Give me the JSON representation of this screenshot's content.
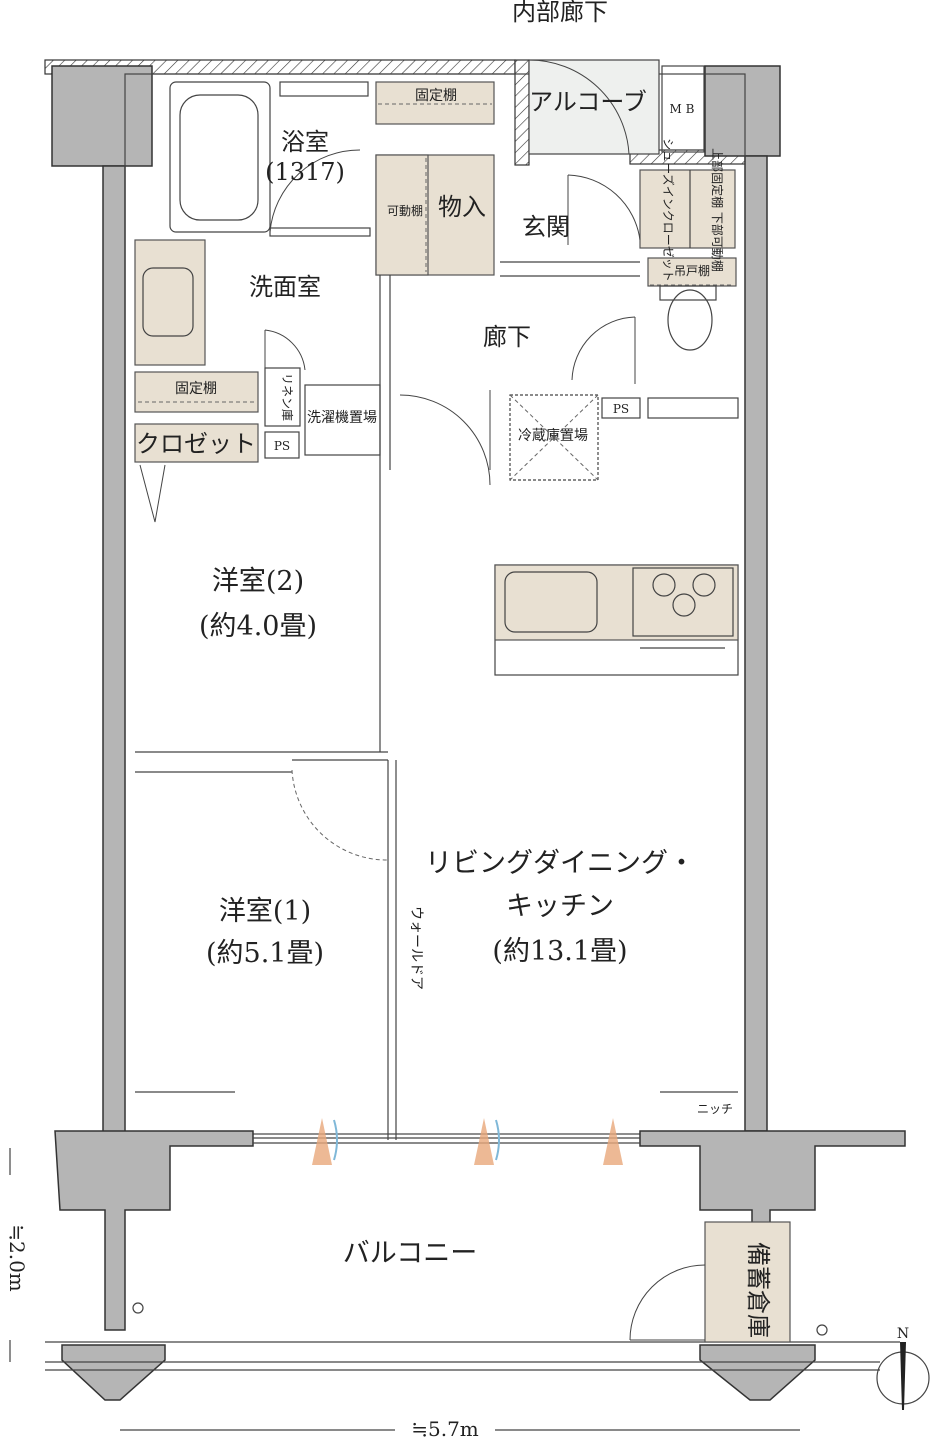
{
  "rooms": {
    "corridor_outside": "内部廊下",
    "alcove": "アルコーブ",
    "mb": "M B",
    "bath": "浴室",
    "bath_size": "(1317)",
    "fixed_shelf_top": "固定棚",
    "storage": "物入",
    "movable_shelf": "可動棚",
    "entrance": "玄関",
    "shoe_closet": "シューズインクローゼット",
    "shoe_shelf": "上部固定棚 下部可動棚",
    "washroom": "洗面室",
    "hanging_shelf": "吊戸棚",
    "hallway": "廊下",
    "ps1": "PS",
    "ps2": "PS",
    "linen": "リネン庫",
    "fixed_shelf_left": "固定棚",
    "closet": "クロゼット",
    "washer": "洗濯機置場",
    "fridge": "冷蔵庫置場",
    "room2": "洋室(2)",
    "room2_size": "(約4.0畳)",
    "ldk_line1": "リビングダイニング・",
    "ldk_line2": "キッチン",
    "ldk_size": "(約13.1畳)",
    "room1": "洋室(1)",
    "room1_size": "(約5.1畳)",
    "wall_door": "ウォールドア",
    "niche": "ニッチ",
    "balcony": "バルコニー",
    "storage_outdoor": "備蓄倉庫"
  },
  "dimensions": {
    "balcony_depth": "≒2.0m",
    "width": "≒5.7m"
  },
  "compass": {
    "north": "N"
  },
  "colors": {
    "wall": "#b5b5b5",
    "furniture": "#e8e0d2",
    "flame": "#e8a77a",
    "glass": "#7fb8d8"
  }
}
